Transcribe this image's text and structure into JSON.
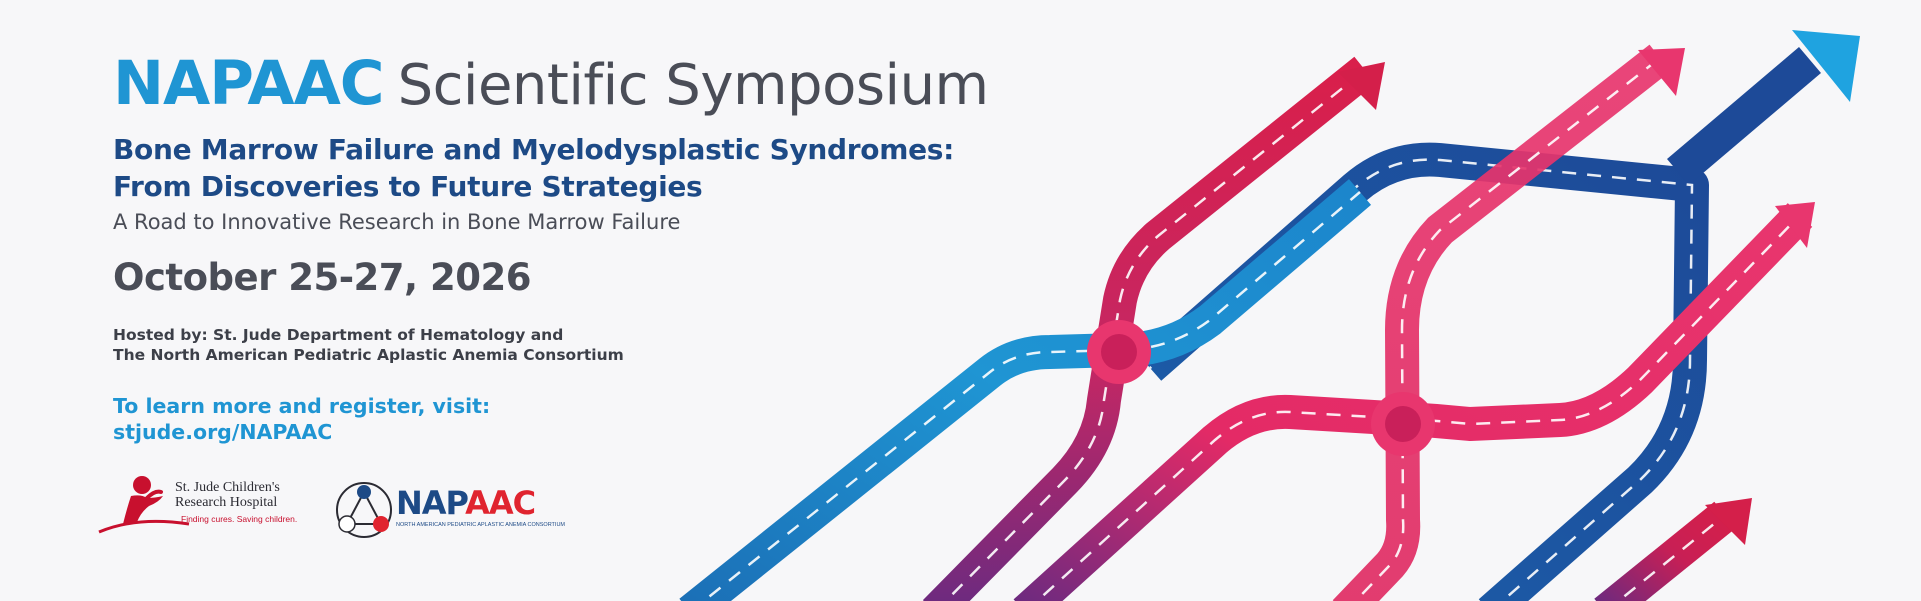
{
  "symposium": {
    "title_strong": "NAPAAC",
    "title_light": "Scientific Symposium",
    "headline_line1": "Bone Marrow Failure and Myelodysplastic Syndromes:",
    "headline_line2": "From Discoveries to Future Strategies",
    "tagline": "A Road to Innovative Research in Bone Marrow Failure",
    "dates": "October 25-27, 2026",
    "hosted_line1": "Hosted by: St. Jude Department of Hematology and",
    "hosted_line2": "The North American Pediatric Aplastic Anemia Consortium",
    "cta_line1": "To learn more and register, visit:",
    "cta_link": "stjude.org/NAPAAC"
  },
  "logos": {
    "stjude": {
      "name_line1": "St. Jude Children's",
      "name_line2": "Research Hospital",
      "tagline": "Finding cures. Saving children.",
      "icon": "child-silhouette-icon"
    },
    "napaac": {
      "word_part1": "NAP",
      "word_part2": "AAC",
      "subtitle": "NORTH AMERICAN PEDIATRIC APLASTIC ANEMIA CONSORTIUM",
      "icon": "molecule-triangle-icon"
    }
  },
  "colors": {
    "brand_blue": "#1f95d3",
    "navy": "#1d4a86",
    "text_gray": "#4a4d57",
    "road_pink": "#e42a66",
    "road_red": "#d41f4a",
    "road_purple": "#6a2a80",
    "background": "#f7f7f9"
  },
  "artwork": {
    "icon": "intersecting-roads-arrows-illustration"
  }
}
